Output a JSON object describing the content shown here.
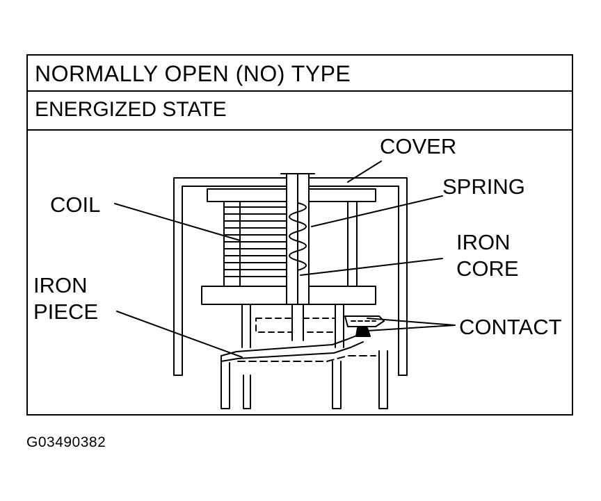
{
  "header": {
    "title": "NORMALLY OPEN (NO) TYPE",
    "subtitle": "ENERGIZED STATE"
  },
  "labels": {
    "cover": "COVER",
    "spring": "SPRING",
    "coil": "COIL",
    "iron_core_line1": "IRON",
    "iron_core_line2": "CORE",
    "iron_piece_line1": "IRON",
    "iron_piece_line2": "PIECE",
    "contact": "CONTACT"
  },
  "figure_code": "G03490382"
}
